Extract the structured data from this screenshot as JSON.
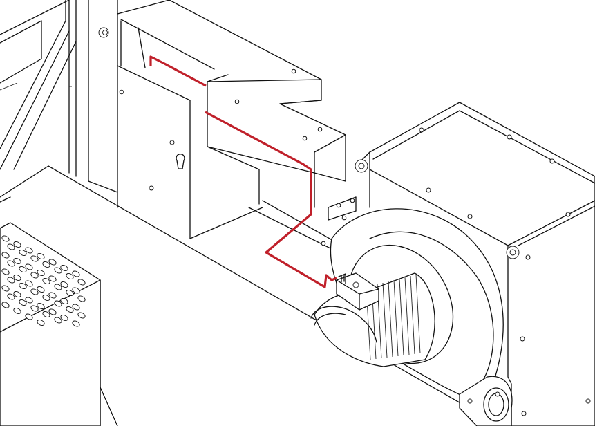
{
  "diagram": {
    "wire_color": "#c0202a",
    "line_color": "#111111",
    "background": "#ffffff",
    "components": [
      "frame",
      "perforated-enclosure",
      "duct-box",
      "blower-motor-housing",
      "blower-fan",
      "motor",
      "connector",
      "wire-harness"
    ]
  }
}
